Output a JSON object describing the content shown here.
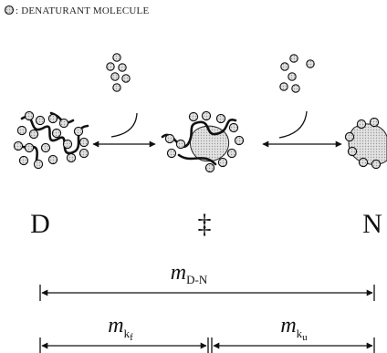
{
  "legend": {
    "text": ": DENATURANT MOLECULE"
  },
  "states": {
    "denatured": "D",
    "transition": "‡",
    "native": "N"
  },
  "dimensions": {
    "m_dn": {
      "base": "m",
      "sub": "D-N"
    },
    "m_kf": {
      "base": "m",
      "sub": "k",
      "subsub": "f"
    },
    "m_ku": {
      "base": "m",
      "sub": "k",
      "subsub": "u"
    }
  },
  "colors": {
    "molecule_fill": "#b8b8b8",
    "core_fill": "#d9d9d9",
    "ink": "#111111"
  }
}
